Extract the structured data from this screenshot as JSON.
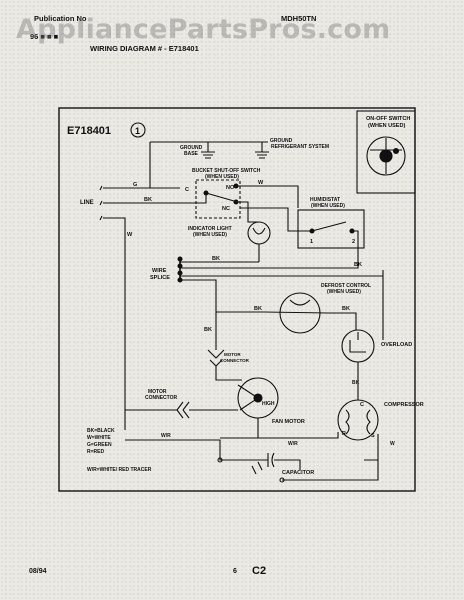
{
  "header": {
    "publication_label": "Publication No",
    "publication_value": "96 ■ ■ ■",
    "model": "MDH50TN",
    "wiring_title": "WIRING DIAGRAM # - E718401",
    "watermark": "AppliancePartsPros.com"
  },
  "diagram": {
    "code": "E718401",
    "circle_num": "1",
    "on_off_switch": [
      "ON-OFF SWITCH",
      "(WHEN USED)"
    ],
    "ground_base": [
      "GROUND",
      "BASE"
    ],
    "ground_refrigerant": [
      "GROUND",
      "REFRIGERANT SYSTEM"
    ],
    "bucket_switch": [
      "BUCKET SHUT-OFF SWITCH",
      "(WHEN USED)"
    ],
    "terminal_c": "C",
    "terminal_no": "NO",
    "terminal_nc": "NC",
    "humidistat": [
      "HUMIDISTAT",
      "(WHEN USED)"
    ],
    "humidistat_t1": "1",
    "humidistat_t2": "2",
    "indicator_light": [
      "INDICATOR LIGHT",
      "(WHEN USED)"
    ],
    "line": "LINE",
    "wire_g": "G",
    "wire_bk": "BK",
    "wire_w": "W",
    "wire_splice": [
      "WIRE",
      "SPLICE"
    ],
    "defrost_control": [
      "DEFROST CONTROL",
      "(WHEN USED)"
    ],
    "motor_connector_small": [
      "MOTOR",
      "CONNECTOR"
    ],
    "motor_connector": [
      "MOTOR",
      "CONNECTOR"
    ],
    "overload": "OVERLOAD",
    "high": "HIGH",
    "fan_motor": "FAN MOTOR",
    "compressor": "COMPRESSOR",
    "comp_c": "C",
    "comp_r": "R",
    "comp_s": "S",
    "wire_wr": "W/R",
    "capacitor": "CAPACITOR",
    "legend": [
      "BK=BLACK",
      "W=WHITE",
      "G=GREEN",
      "R=RED"
    ],
    "legend_tracer": "W/R=WHITE/  RED TRACER"
  },
  "footer": {
    "date": "08/94",
    "page": "6",
    "code": "C2"
  }
}
